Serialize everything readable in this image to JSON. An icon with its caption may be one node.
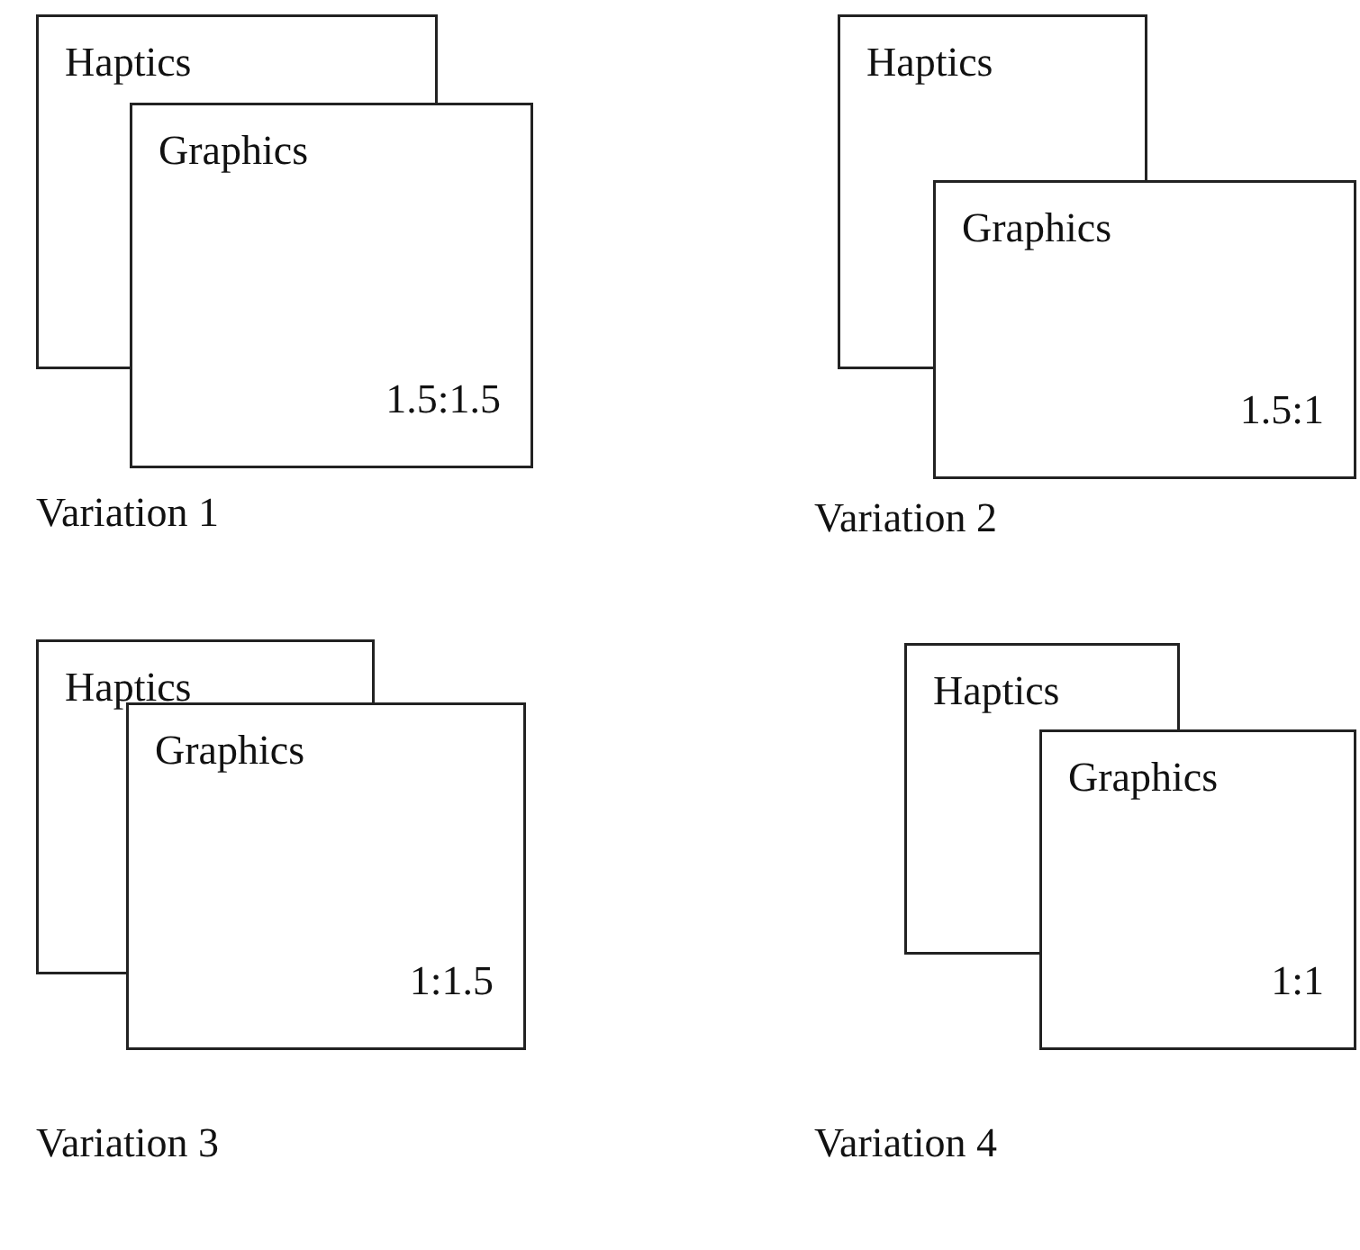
{
  "diagram": {
    "nodes": [
      {
        "text": [
          "Haptics"
        ]
      },
      {
        "text": [
          "Graphics",
          "1.5:1.5"
        ]
      },
      {
        "text": [
          "Haptics"
        ]
      },
      {
        "text": [
          "Graphics",
          "1.5:1"
        ]
      },
      {
        "text": [
          "Haptics"
        ]
      },
      {
        "text": [
          "Graphics",
          "1:1.5"
        ]
      },
      {
        "text": [
          "Haptics"
        ]
      },
      {
        "text": [
          "Graphics",
          "1:1"
        ]
      }
    ],
    "edges": [],
    "labels": [
      "Variation 1",
      "Variation 2",
      "Variation 3",
      "Variation 4"
    ]
  }
}
